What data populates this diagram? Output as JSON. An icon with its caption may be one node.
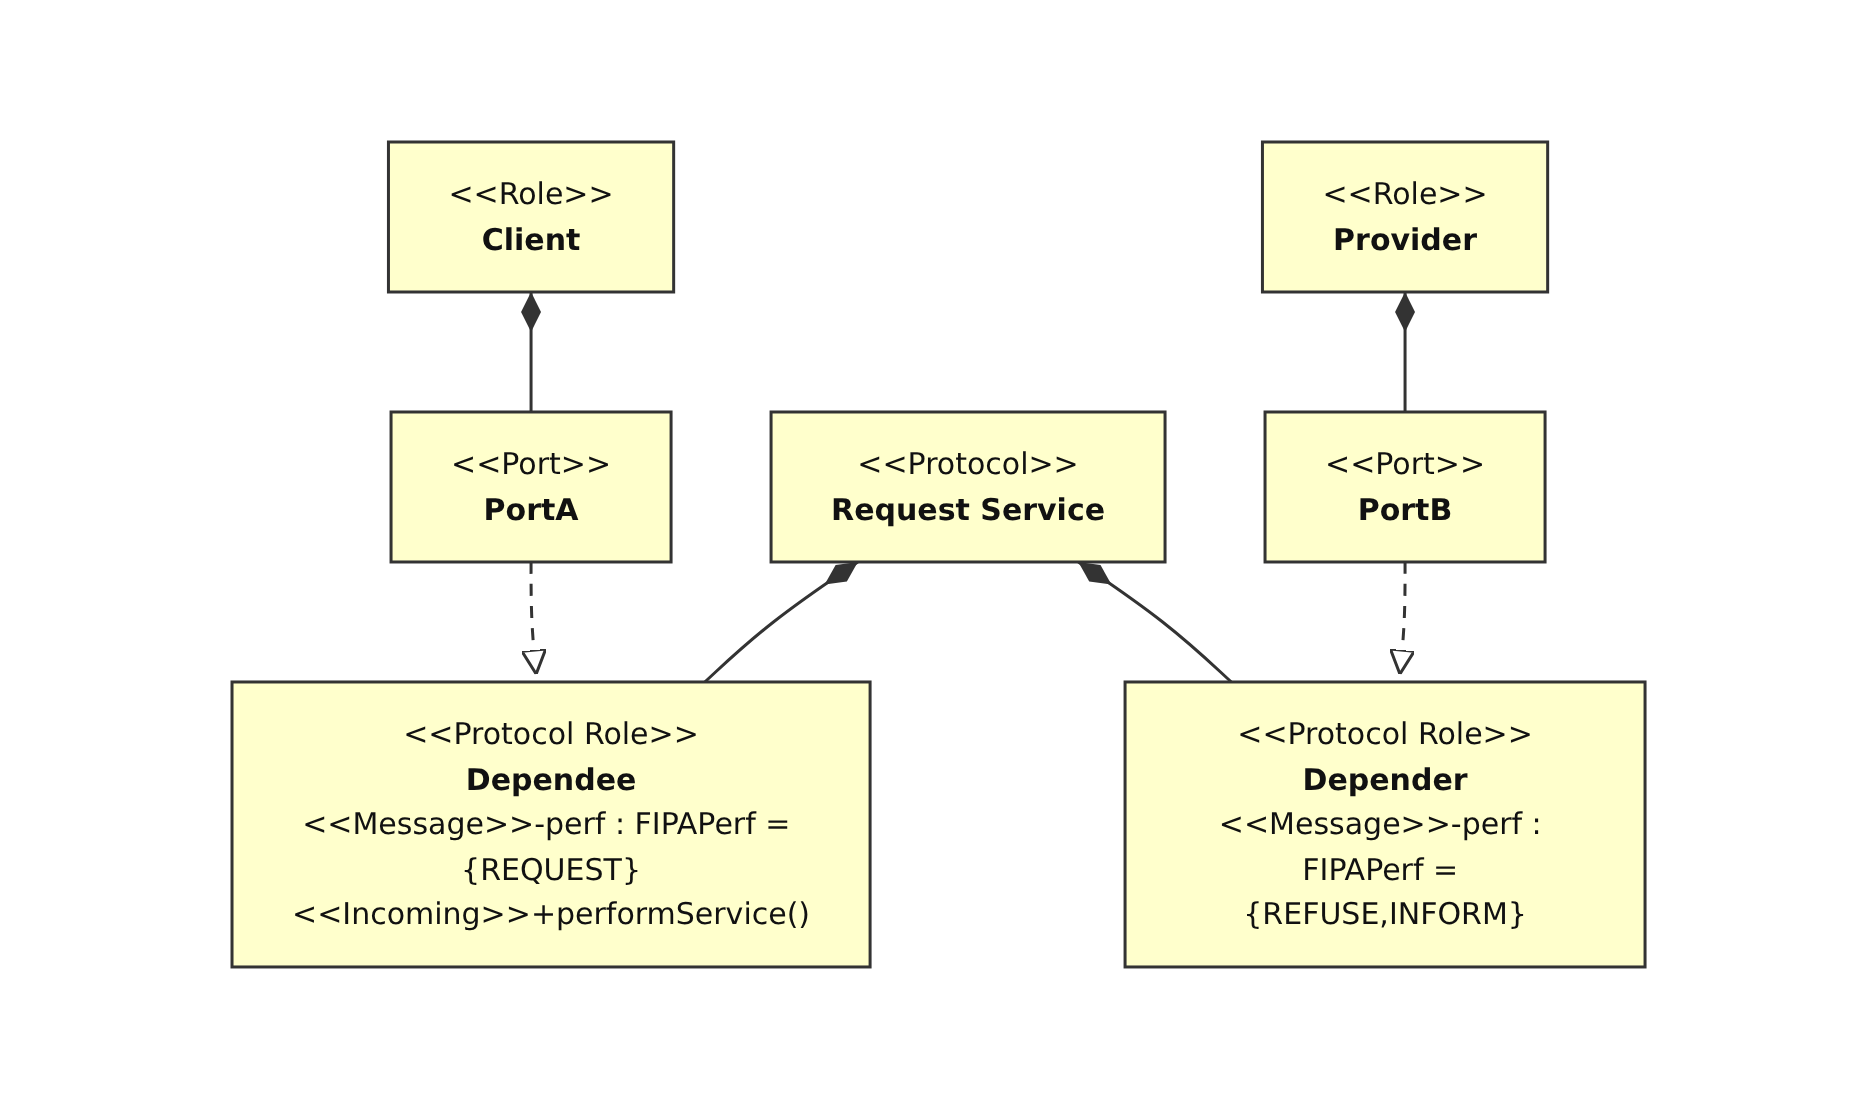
{
  "diagram": {
    "nodes": [
      {
        "text": [
          "<<Role>>",
          "Client"
        ]
      },
      {
        "text": [
          "<<Port>>",
          "PortA"
        ]
      },
      {
        "text": [
          "<<Protocol>>",
          "Request Service"
        ]
      },
      {
        "text": [
          "<<Role>>",
          "Provider"
        ]
      },
      {
        "text": [
          "<<Port>>",
          "PortB"
        ]
      },
      {
        "text": [
          "<<Protocol Role>>",
          "Dependee",
          "<<Message>>-perf : FIPAPerf = {REQUEST}",
          "<<Incoming>>+performService()"
        ]
      },
      {
        "text": [
          "<<Protocol Role>>",
          "Depender",
          "<<Message>>-perf : FIPAPerf = {REFUSE,INFORM}"
        ]
      }
    ],
    "edges": [
      {
        "from": 0,
        "to": 1,
        "arrow": "other"
      },
      {
        "from": 2,
        "to": 5,
        "arrow": "other"
      },
      {
        "from": 2,
        "to": 6,
        "arrow": "other"
      },
      {
        "from": 3,
        "to": 4,
        "arrow": "other"
      },
      {
        "from": 1,
        "to": 5,
        "arrow": "to",
        "style": "dashed"
      },
      {
        "from": 4,
        "to": 6,
        "arrow": "to",
        "style": "dashed"
      }
    ]
  }
}
